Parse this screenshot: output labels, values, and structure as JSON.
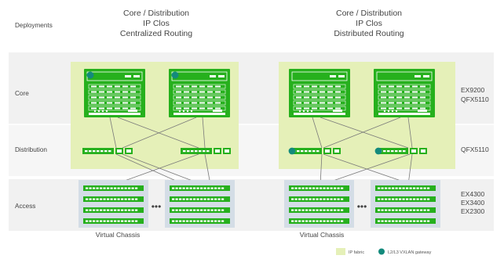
{
  "header": {
    "deployments_label": "Deployments",
    "left_title": [
      "Core / Distribution",
      "IP Clos",
      "Centralized Routing"
    ],
    "right_title": [
      "Core / Distribution",
      "IP Clos",
      "Distributed Routing"
    ]
  },
  "rows": {
    "core": "Core",
    "distribution": "Distribution",
    "access": "Access"
  },
  "models": {
    "core": [
      "EX9200",
      "QFX5110"
    ],
    "distribution": [
      "QFX5110"
    ],
    "access": [
      "EX4300",
      "EX3400",
      "EX2300"
    ]
  },
  "captions": {
    "left": "Virtual Chassis",
    "right": "Virtual Chassis"
  },
  "ellipsis": "•••",
  "legend": {
    "ip_fabric": "IP fabric",
    "gateway": "L2/L3 VXLAN gateway"
  },
  "colors": {
    "device_green": "#26b01d",
    "fabric_fill": "#e5f0b8",
    "band_fill": "#f1f1f1",
    "gateway_teal": "#138a7c",
    "vc_fill": "#d4dde6"
  }
}
